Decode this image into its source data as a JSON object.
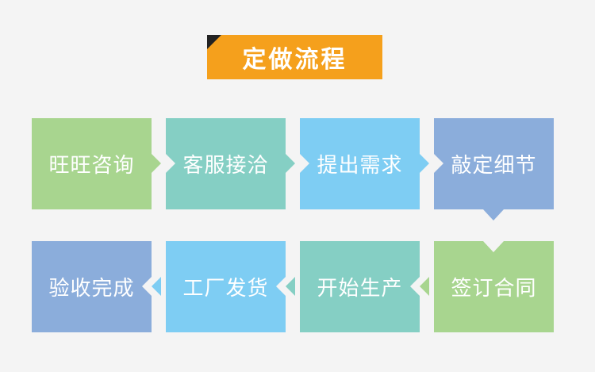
{
  "title": "定做流程",
  "colors": {
    "banner": "#f5a01c",
    "green": "#a8d58f",
    "teal": "#85cfc4",
    "sky": "#7ecdf3",
    "blue": "#8baddb"
  },
  "steps": [
    {
      "label": "旺旺咨询",
      "color": "#a8d58f"
    },
    {
      "label": "客服接洽",
      "color": "#85cfc4"
    },
    {
      "label": "提出需求",
      "color": "#7ecdf3"
    },
    {
      "label": "敲定细节",
      "color": "#8baddb"
    },
    {
      "label": "签订合同",
      "color": "#a8d58f"
    },
    {
      "label": "开始生产",
      "color": "#85cfc4"
    },
    {
      "label": "工厂发货",
      "color": "#7ecdf3"
    },
    {
      "label": "验收完成",
      "color": "#8baddb"
    }
  ]
}
